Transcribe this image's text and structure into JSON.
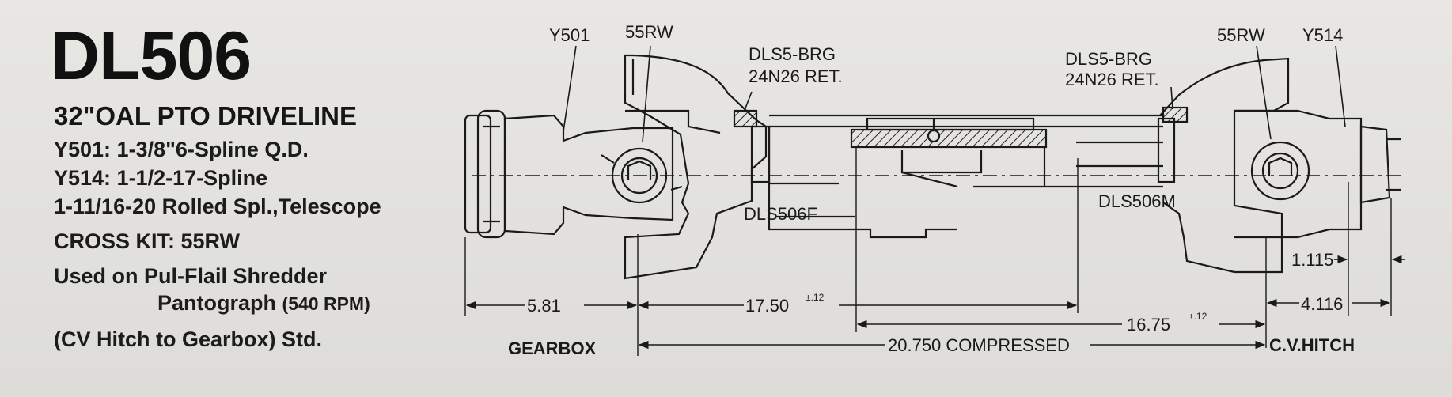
{
  "heading": {
    "model": "DL506",
    "title": "32\"OAL  PTO DRIVELINE",
    "spec_y501": "Y501: 1-3/8\"6-Spline  Q.D.",
    "spec_y514": "Y514: 1-1/2-17-Spline",
    "spec_rolled": "1-11/16-20 Rolled Spl.,Telescope",
    "cross_kit": "CROSS KIT:  55RW",
    "used_on_1": "Used on Pul-Flail Shredder",
    "used_on_2": "Pantograph",
    "used_on_rpm": "(540 RPM)",
    "hitch_note": "(CV Hitch to Gearbox) Std."
  },
  "parts": {
    "yoke_left": "Y501",
    "cross_left": "55RW",
    "bearing_left_1": "DLS5-BRG",
    "bearing_left_2": "24N26 RET.",
    "bearing_right_1": "DLS5-BRG",
    "bearing_right_2": "24N26 RET.",
    "cross_right": "55RW",
    "yoke_right": "Y514",
    "female_half": "DLS506F",
    "male_half": "DLS506M"
  },
  "dimensions": {
    "gearbox_offset": "5.81",
    "length_1": "17.50",
    "tol_1": "±.12",
    "length_2": "16.75",
    "tol_2": "±.12",
    "compressed": "20.750 COMPRESSED",
    "hitch_1": "1.115",
    "hitch_2": "4.116"
  },
  "ends": {
    "gearbox": "GEARBOX",
    "hitch": "C.V.HITCH"
  }
}
